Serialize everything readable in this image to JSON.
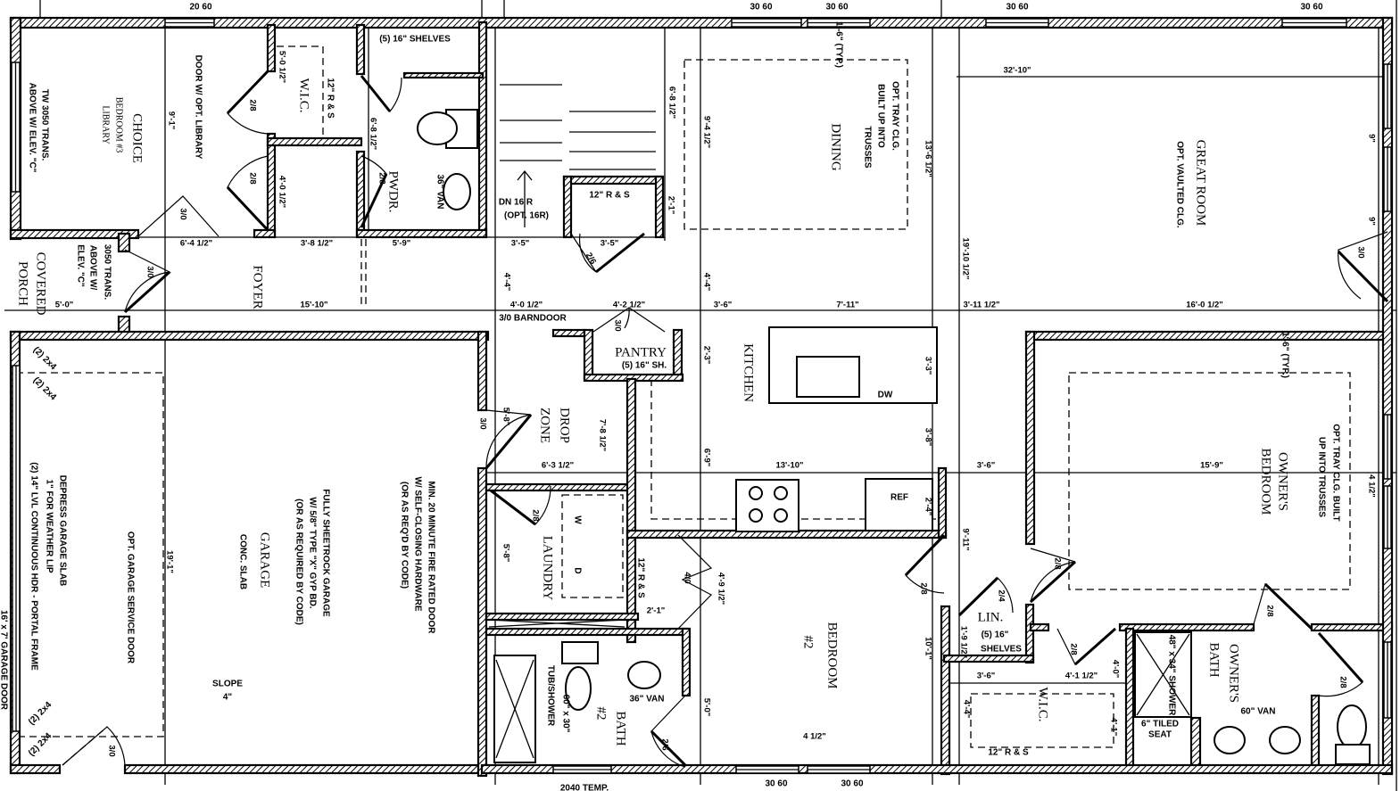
{
  "plan": {
    "rooms": {
      "choice": "CHOICE",
      "bedroom3": "BEDROOM #3",
      "library": "LIBRARY",
      "wic1": "W.I.C.",
      "pwdr": "PWDR.",
      "foyer": "FOYER",
      "covered": "COVERED",
      "porch": "PORCH",
      "dining": "DINING",
      "great_room": "GREAT ROOM",
      "kitchen": "KITCHEN",
      "pantry": "PANTRY",
      "drop": "DROP",
      "zone": "ZONE",
      "laundry": "LAUNDRY",
      "garage": "GARAGE",
      "conc_slab": "CONC. SLAB",
      "bedroom2": "BEDROOM",
      "bedroom2_num": "#2",
      "bath2": "BATH",
      "bath2_num": "#2",
      "owners1": "OWNER'S",
      "owners_bedroom": "BEDROOM",
      "owners2": "OWNER'S",
      "owners_bath": "BATH",
      "wic2": "W.I.C.",
      "lin": "LIN."
    },
    "notes": {
      "tw_trans_1": "TW 3050 TRANS.",
      "tw_trans_2": "ABOVE W/ ELEV. \"C\"",
      "door_library": "DOOR W/ OPT. LIBRARY",
      "trans_1": "3050 TRANS.",
      "trans_2": "ABOVE W/",
      "trans_3": "ELEV. \"C\"",
      "dining_tray_1": "OPT. TRAY CLG.",
      "dining_tray_2": "BUILT UP INTO",
      "dining_tray_3": "TRUSSES",
      "vaulted": "OPT. VAULTED CLG.",
      "sheetrock_1": "FULLY SHEETROCK GARAGE",
      "sheetrock_2": "W/ 5/8\" TYPE \"X\" GYP BD.",
      "sheetrock_3": "(OR AS REQUIRED BY CODE)",
      "fire_1": "MIN. 20 MINUTE FIRE RATED DOOR",
      "fire_2": "W/ SELF-CLOSING HARDWARE",
      "fire_3": "(OR AS REQ'D BY CODE)",
      "depress_1": "DEPRESS GARAGE SLAB",
      "depress_2": "1\" FOR WEATHER LIP",
      "lvl": "(2) 14\" LVL CONTINUOUS HDR - PORTAL FRAME",
      "garage_door": "16' x 7' GARAGE DOOR",
      "service_door": "OPT. GARAGE SERVICE DOOR",
      "owner_tray_1": "OPT. TRAY CLG. BUILT",
      "owner_tray_2": "UP INTO TRUSSES",
      "shelves_pwdr": "(5) 16\" SHELVES",
      "rs_wic1": "12\" R & S",
      "van_pwdr": "36\" VAN",
      "dn": "DN 16 R",
      "dn_opt": "(OPT. 16R)",
      "rs_stair": "12\" R & S",
      "barndoor": "3/0 BARNDOOR",
      "pantry_sh": "(5) 16\" SH.",
      "dw": "DW",
      "ref": "REF",
      "washer": "W",
      "dryer": "D",
      "rs_closet": "12\" R & S",
      "van_bath2": "36\" VAN",
      "tub": "TUB/SHOWER",
      "tub_size": "60\" x 30\"",
      "lin_shelves_1": "(5) 16\"",
      "lin_shelves_2": "SHELVES",
      "rs_wic2": "12\" R & S",
      "shower": "48\" x 34\" SHOWER",
      "tiled_1": "6\" TILED",
      "tiled_2": "SEAT",
      "van_owner": "60\" VAN",
      "slope": "SLOPE",
      "slope_val": "4\"",
      "typ1": "1'-6\" (TYP.)",
      "typ2": "1'-6\" (TYP.)",
      "header_1": "(2) 2x4",
      "header_2": "(2) 2x4",
      "header_3": "(2) 2x4",
      "header_4": "(2) 2x4"
    },
    "windows": [
      "20 60",
      "30 60",
      "30 60",
      "30 60",
      "30 60",
      "30 60",
      "30 60",
      "2040 TEMP."
    ],
    "doors": [
      "2/8",
      "2/8",
      "2/8",
      "3/0",
      "3/0",
      "2/6",
      "3/0",
      "3/0",
      "3/0",
      "2/8",
      "4/0",
      "2/8",
      "2/6",
      "2/8",
      "2/4",
      "2/8",
      "2/8",
      "2/8",
      "3/0"
    ],
    "dimensions": {
      "h": [
        "6'-4 1/2\"",
        "3'-8 1/2\"",
        "5'-9\"",
        "3'-5\"",
        "3'-5\"",
        "5'-0\"",
        "15'-10\"",
        "4'-0 1/2\"",
        "4'-2 1/2\"",
        "3'-6\"",
        "7'-11\"",
        "3'-11 1/2\"",
        "16'-0 1/2\"",
        "32'-10\"",
        "6'-3 1/2\"",
        "13'-10\"",
        "3'-6\"",
        "15'-9\"",
        "3'-6\"",
        "4'-1 1/2\"",
        "4 1/2\"",
        "2'-1\""
      ],
      "v": [
        "9'-1\"",
        "5'-0 1/2\"",
        "4'-0 1/2\"",
        "6'-8 1/2\"",
        "6'-8 1/2\"",
        "9'-4 1/2\"",
        "2'-1\"",
        "13'-6 1/2\"",
        "19'-10 1/2\"",
        "4'-4\"",
        "4'-4\"",
        "2'-3\"",
        "7'-8 1/2\"",
        "6'-9\"",
        "3'-3\"",
        "3'-8\"",
        "5'-8\"",
        "5'-8\"",
        "19'-1\"",
        "4'-9 1/2\"",
        "5'-0\"",
        "10'-1\"",
        "9'-11\"",
        "4'-0\"",
        "4'-4\"",
        "1'-9 1/2\"",
        "4'-1\"",
        "9\"",
        "9\"",
        "4 1/2\"",
        "2'-4\""
      ]
    }
  }
}
